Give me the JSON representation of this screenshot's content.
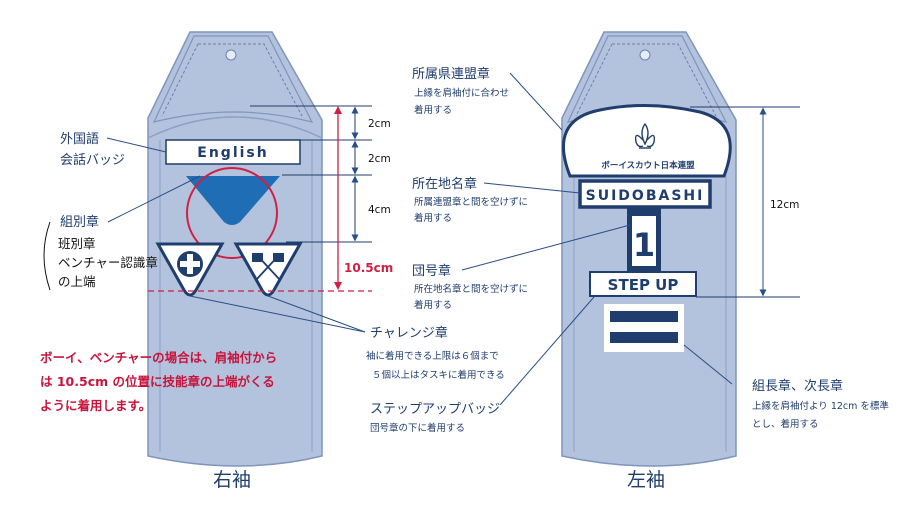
{
  "colors": {
    "sleeve": "#b3c2dd",
    "sleeve_edge": "#7f95be",
    "navy": "#1f3d6d",
    "badge_blue": "#1f6db5",
    "accent_red": "#d11f43",
    "arrow": "#2a4f86"
  },
  "right_sleeve": {
    "caption": "右袖",
    "english_badge": "English",
    "dims": {
      "d1": "2cm",
      "d2": "2cm",
      "d3": "4cm",
      "d4": "10.5cm"
    },
    "label_lang_1": "外国語",
    "label_lang_2": "会話バッジ",
    "label_patrol": "組別章",
    "label_patrol_b1": "班別章",
    "label_patrol_b2": "ベンチャー認識章",
    "label_patrol_b3": "の上端",
    "label_challenge": "チャレンジ章",
    "label_challenge_n1": "袖に着用できる上限は６個まで",
    "label_challenge_n2": "５個以上はタスキに着用できる",
    "note_line1": "ボーイ、ベンチャーの場合は、肩袖付から",
    "note_line2": "は 10.5cm の位置に技能章の上端がくる",
    "note_line3": "ように着用します。"
  },
  "left_sleeve": {
    "caption": "左袖",
    "council_badge": "ボーイスカウト日本連盟",
    "location_badge": "SUIDOBASHI",
    "troop_number": "1",
    "step_up_badge": "STEP UP",
    "dim": "12cm",
    "label_council": "所属県連盟章",
    "label_council_n1": "上縁を肩袖付に合わせ",
    "label_council_n2": "着用する",
    "label_location": "所在地名章",
    "label_location_n1": "所属連盟章と間を空けずに",
    "label_location_n2": "着用する",
    "label_troop": "団号章",
    "label_troop_n1": "所在地名章と間を空けずに",
    "label_troop_n2": "着用する",
    "label_stepup": "ステップアップバッジ",
    "label_stepup_n1": "団号章の下に着用する",
    "label_leader": "組長章、次長章",
    "label_leader_n1": "上縁を肩袖付より 12cm を標準",
    "label_leader_n2": "とし、着用する"
  }
}
